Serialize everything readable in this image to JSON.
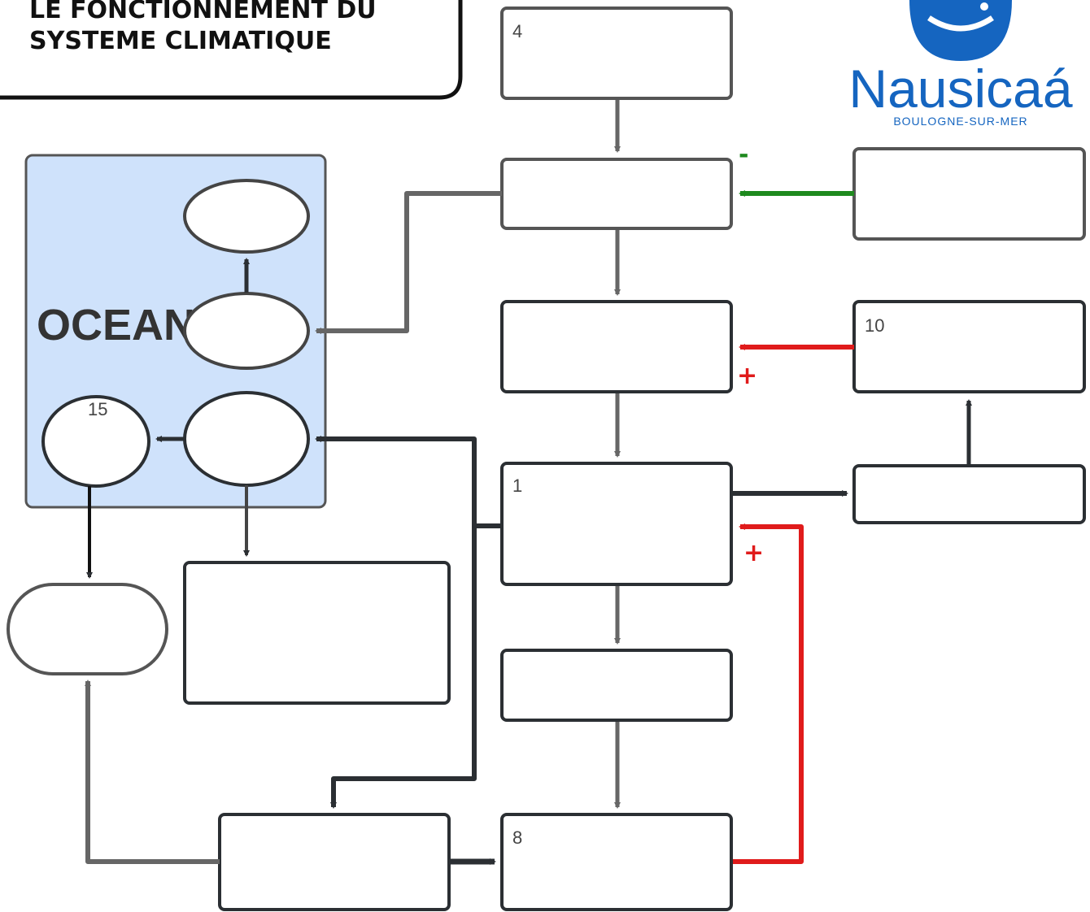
{
  "title": {
    "line1": "LE FONCTIONNEMENT DU",
    "line2": "SYSTEME CLIMATIQUE"
  },
  "logo": {
    "name": "Nausicaá",
    "subtitle": "BOULOGNE-SUR-MER",
    "brand_color": "#1565c0"
  },
  "ocean": {
    "label": "OCEAN",
    "fill_color": "#cfe2fb"
  },
  "box_numbers": {
    "top": "4",
    "right_middle": "10",
    "center": "1",
    "bottom": "8",
    "ocean_left_ellipse": "15"
  },
  "feedback_signs": {
    "negative": "-",
    "positive_1": "+",
    "positive_2": "+"
  },
  "colors": {
    "arrow_gray": "#666666",
    "arrow_dark": "#2b2f33",
    "negative_feedback": "#1e8a1e",
    "positive_feedback": "#e01b1b"
  }
}
